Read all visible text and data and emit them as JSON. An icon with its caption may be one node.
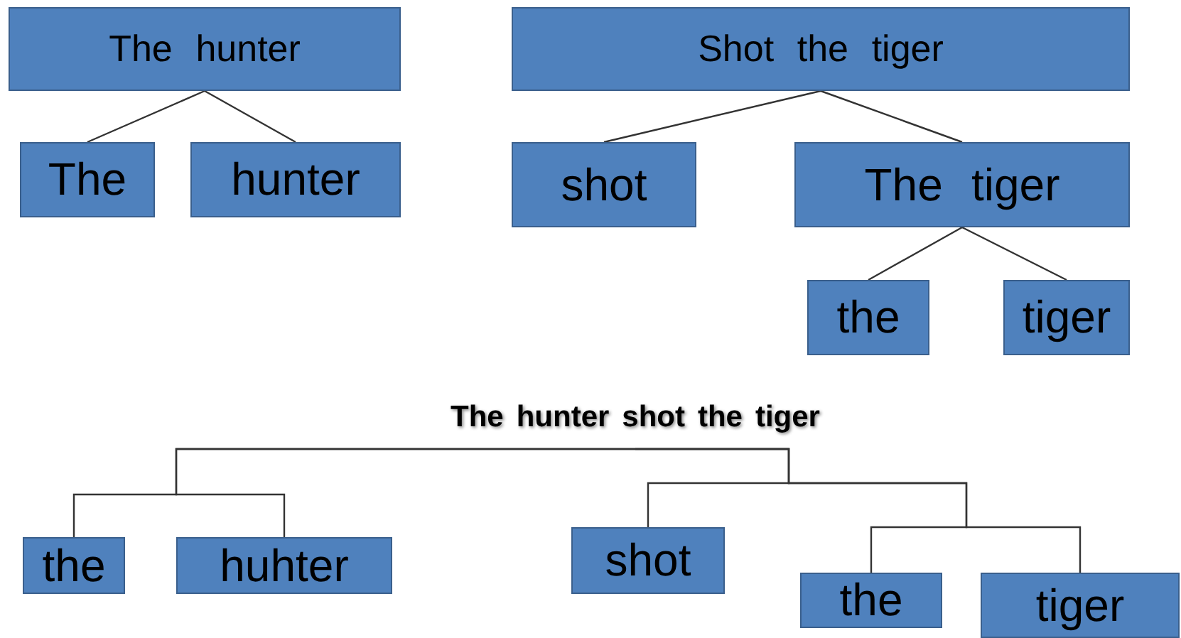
{
  "diagram": {
    "nodes": [
      {
        "text": [
          "The hunter"
        ]
      },
      {
        "text": [
          "The"
        ]
      },
      {
        "text": [
          "hunter"
        ]
      },
      {
        "text": [
          "Shot the tiger"
        ]
      },
      {
        "text": [
          "shot"
        ]
      },
      {
        "text": [
          "The tiger"
        ]
      },
      {
        "text": [
          "the"
        ]
      },
      {
        "text": [
          "tiger"
        ]
      },
      {
        "text": [
          "The hunter shot the tiger"
        ]
      },
      {
        "text": [
          "the"
        ]
      },
      {
        "text": [
          "huhter"
        ]
      },
      {
        "text": [
          "shot"
        ]
      },
      {
        "text": [
          "the"
        ]
      },
      {
        "text": [
          "tiger"
        ]
      }
    ],
    "edges": [
      {
        "from": 0,
        "to": 1,
        "arrow": "none"
      },
      {
        "from": 0,
        "to": 2,
        "arrow": "none"
      },
      {
        "from": 3,
        "to": 4,
        "arrow": "none"
      },
      {
        "from": 3,
        "to": 5,
        "arrow": "none"
      },
      {
        "from": 5,
        "to": 6,
        "arrow": "none"
      },
      {
        "from": 5,
        "to": 7,
        "arrow": "none"
      },
      {
        "from": 8,
        "to": 9,
        "arrow": "none"
      },
      {
        "from": 8,
        "to": 10,
        "arrow": "none"
      },
      {
        "from": 8,
        "to": 11,
        "arrow": "none"
      },
      {
        "from": 8,
        "to": 12,
        "arrow": "none"
      },
      {
        "from": 8,
        "to": 13,
        "arrow": "none"
      }
    ]
  }
}
